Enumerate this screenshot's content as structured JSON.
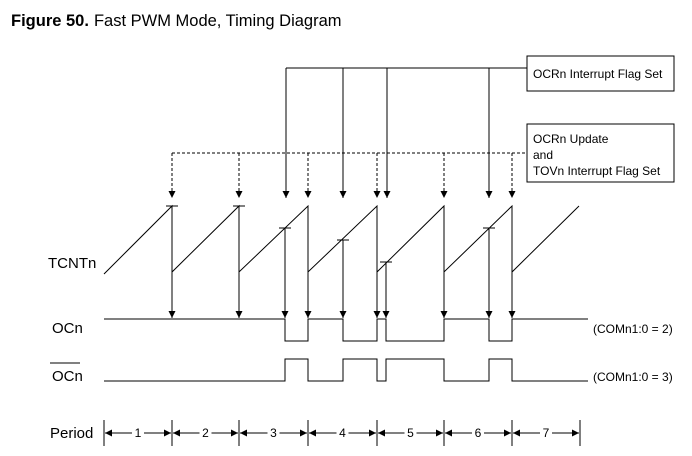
{
  "figure": {
    "label": "Figure 50.",
    "title": "Fast PWM Mode, Timing Diagram"
  },
  "annotations": {
    "ocr_flag": "OCRn Interrupt Flag Set",
    "update_line1": "OCRn Update",
    "update_line2": "and",
    "update_line3": "TOVn Interrupt Flag Set"
  },
  "signals": {
    "counter": "TCNTn",
    "output": "OCn",
    "output_inverted": "OCn",
    "period": "Period"
  },
  "modes": {
    "noninverting": "(COMn1:0 = 2)",
    "inverting": "(COMn1:0 = 3)"
  },
  "periods": [
    "1",
    "2",
    "3",
    "4",
    "5",
    "6",
    "7"
  ]
}
